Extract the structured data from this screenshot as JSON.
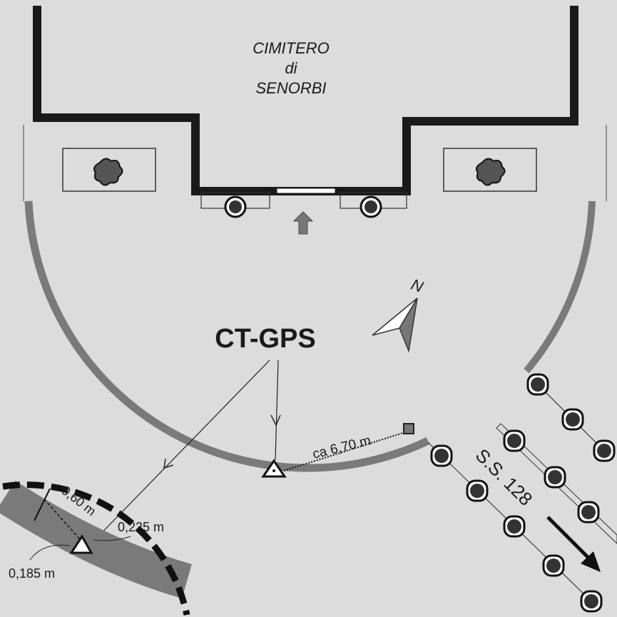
{
  "title": {
    "line1": "CIMITERO",
    "line2": "di",
    "line3": "SENORBI"
  },
  "station_label": "CT-GPS",
  "north_label": "N",
  "distance_label": "ca 6,70 m",
  "road_label": "S.S. 128",
  "inset": {
    "width_label": "0,60 m",
    "offset_outer_label": "0,225 m",
    "offset_inner_label": "0,185 m"
  },
  "colors": {
    "background": "#dcdcdc",
    "wall": "#1a1a1a",
    "band": "#7a7a7a"
  }
}
